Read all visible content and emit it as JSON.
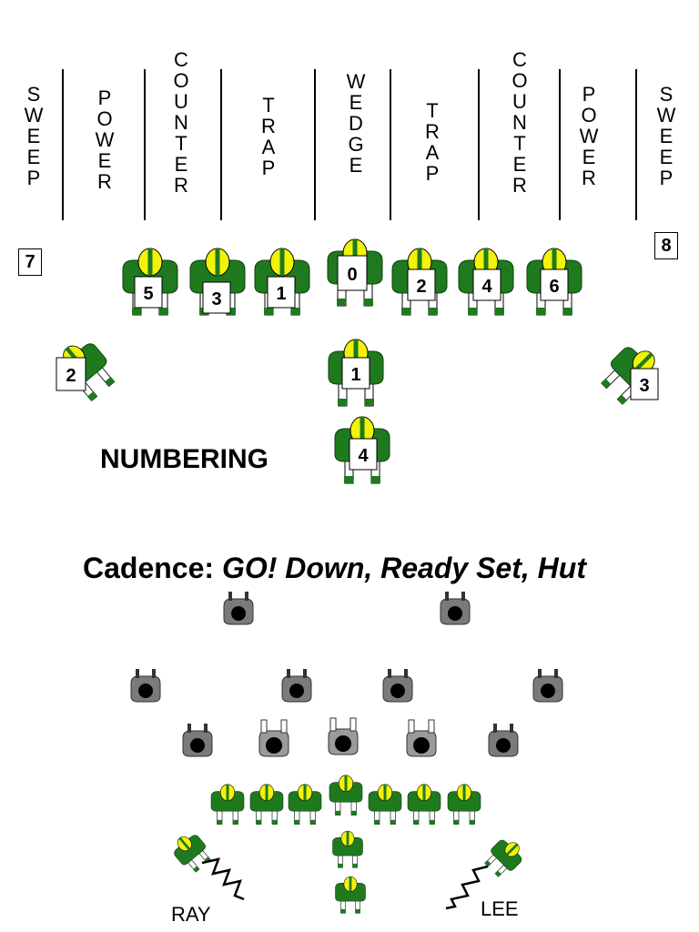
{
  "holes": [
    {
      "name": "hole-sweep-left",
      "label": "SWEEP"
    },
    {
      "name": "hole-power-left",
      "label": "POWER"
    },
    {
      "name": "hole-counter-left",
      "label": "COUNTER"
    },
    {
      "name": "hole-trap-left",
      "label": "TRAP"
    },
    {
      "name": "hole-wedge",
      "label": "WEDGE"
    },
    {
      "name": "hole-trap-right",
      "label": "TRAP"
    },
    {
      "name": "hole-counter-right",
      "label": "COUNTER"
    },
    {
      "name": "hole-power-right",
      "label": "POWER"
    },
    {
      "name": "hole-sweep-right",
      "label": "SWEEP"
    }
  ],
  "gaps": {
    "left": "7",
    "right": "8"
  },
  "linemen": [
    "5",
    "3",
    "1",
    "0",
    "2",
    "4",
    "6"
  ],
  "backs": {
    "quarterback": "1",
    "fullback": "4",
    "left_end": "2",
    "right_end": "3"
  },
  "numbering_title": "NUMBERING",
  "cadence": {
    "label": "Cadence:",
    "value": "GO! Down, Ready Set, Hut"
  },
  "receivers": {
    "left": "RAY",
    "right": "LEE"
  },
  "colors": {
    "offense_jersey": "#1f7a1f",
    "helmet": "#f2f20a",
    "defense": "#7a7a7a",
    "defense_head": "#000000"
  }
}
